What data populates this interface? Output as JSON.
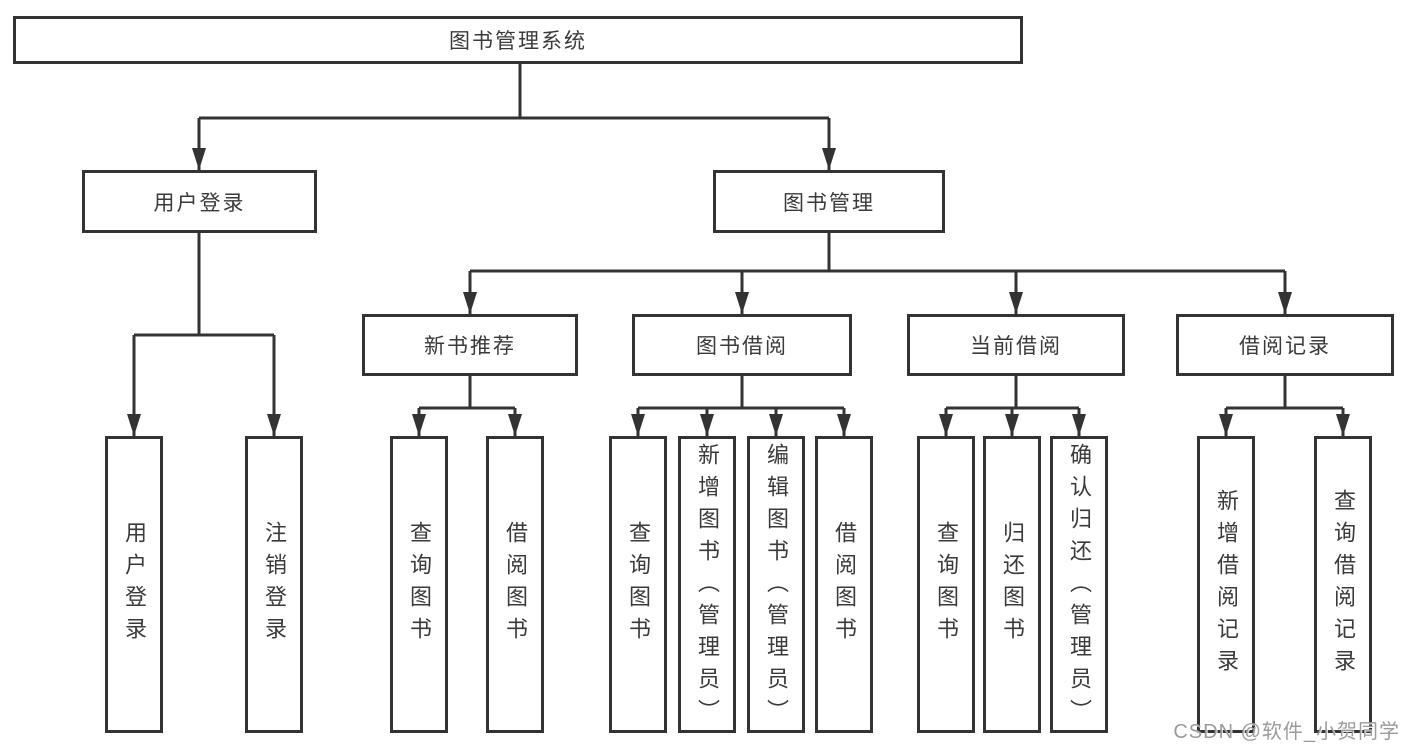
{
  "diagram": {
    "root": {
      "label": "图书管理系统",
      "children": [
        {
          "label": "用户登录",
          "children": [
            {
              "label": "用户登录"
            },
            {
              "label": "注销登录"
            }
          ]
        },
        {
          "label": "图书管理",
          "children": [
            {
              "label": "新书推荐",
              "children": [
                {
                  "label": "查询图书"
                },
                {
                  "label": "借阅图书"
                }
              ]
            },
            {
              "label": "图书借阅",
              "children": [
                {
                  "label": "查询图书"
                },
                {
                  "label": "新增图书（管理员）"
                },
                {
                  "label": "编辑图书（管理员）"
                },
                {
                  "label": "借阅图书"
                }
              ]
            },
            {
              "label": "当前借阅",
              "children": [
                {
                  "label": "查询图书"
                },
                {
                  "label": "归还图书"
                },
                {
                  "label": "确认归还（管理员）"
                }
              ]
            },
            {
              "label": "借阅记录",
              "children": [
                {
                  "label": "新增借阅记录"
                },
                {
                  "label": "查询借阅记录"
                }
              ]
            }
          ]
        }
      ]
    }
  },
  "watermark": {
    "text": "CSDN @软件_小贺同学"
  },
  "colors": {
    "line": "#333333",
    "box_border": "#333333",
    "text": "#3a3a3a",
    "watermark": "#9b9b9b",
    "background": "#ffffff"
  }
}
